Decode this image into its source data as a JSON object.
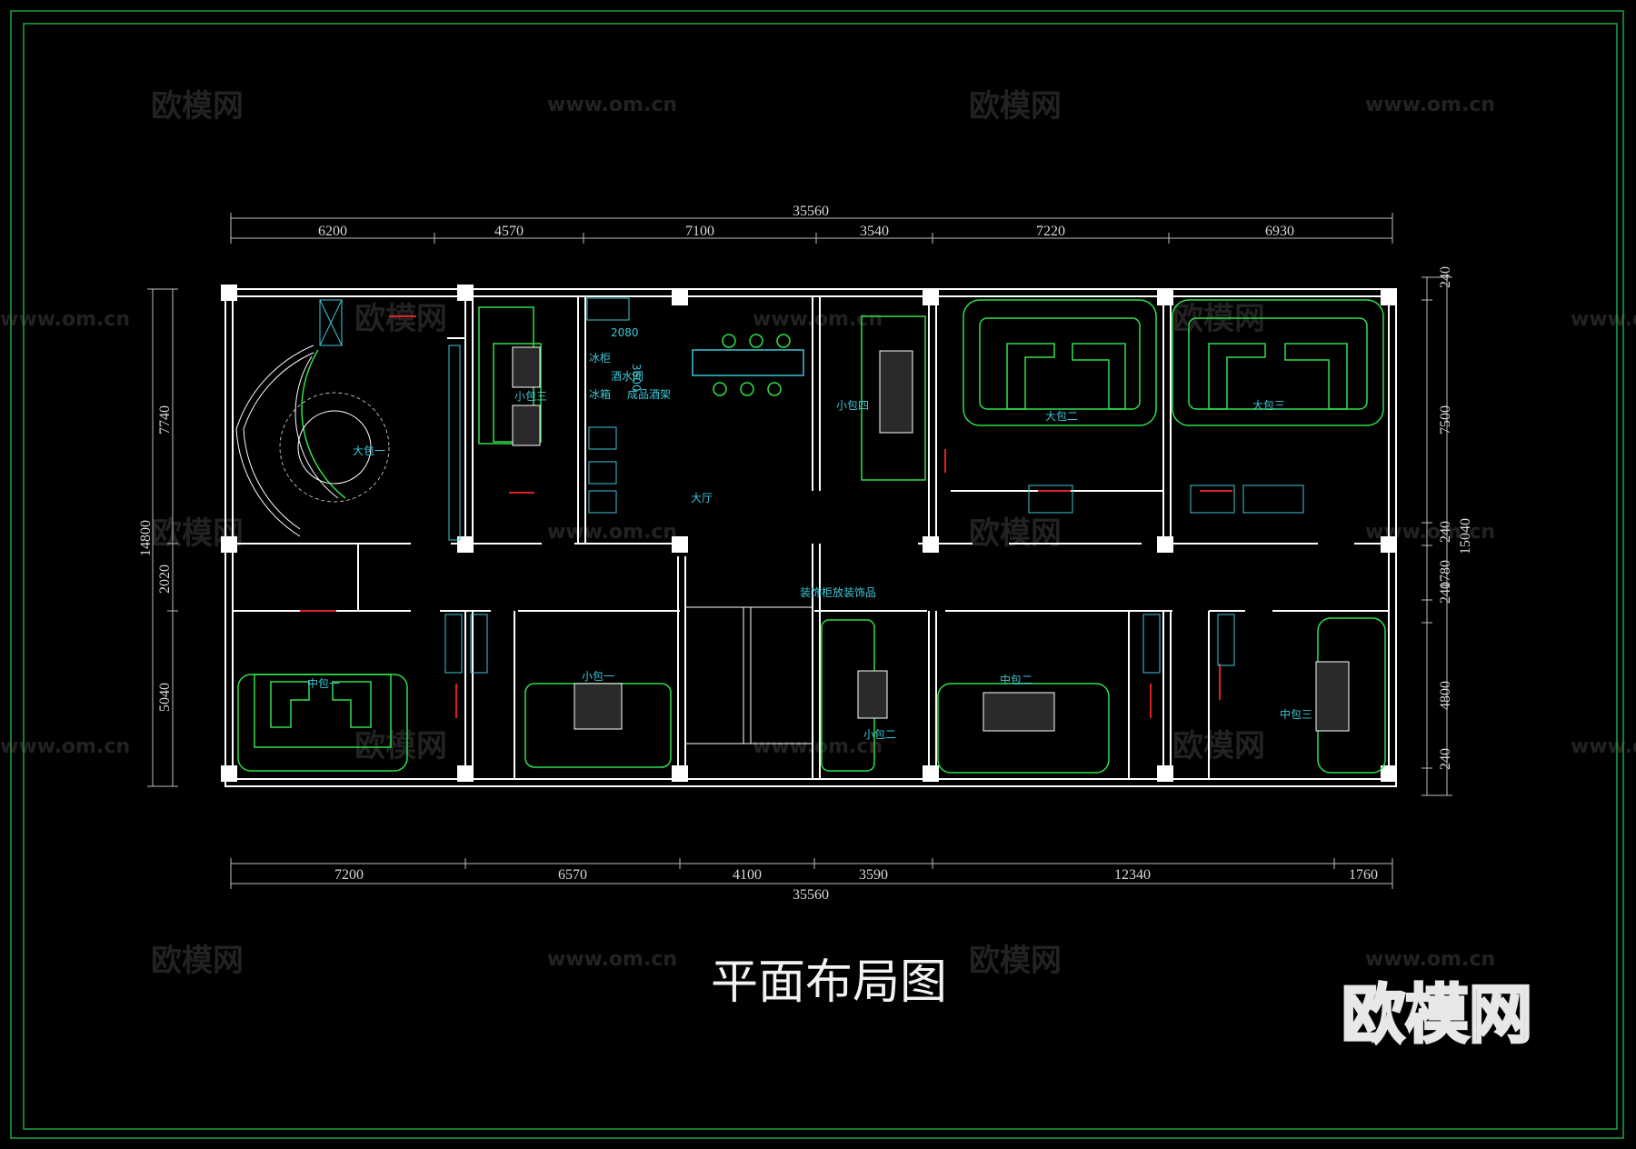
{
  "title": "平面布局图",
  "logo_text": "欧模网",
  "watermarks": {
    "brand": "欧模网",
    "site": "www.om.cn"
  },
  "dimensions": {
    "top_total": "35560",
    "top_segments": [
      "6200",
      "4570",
      "7100",
      "3540",
      "7220",
      "6930"
    ],
    "bottom_total": "35560",
    "bottom_segments": [
      "7200",
      "6570",
      "4100",
      "3590",
      "12340",
      "1760"
    ],
    "left_total": "14800",
    "left_segments": [
      "7740",
      "2020",
      "5040"
    ],
    "right_total": "15040",
    "right_segments": [
      "240",
      "7500",
      "240",
      "1780",
      "240",
      "4800",
      "240"
    ]
  },
  "rooms": {
    "da_bao_1": "大包一",
    "xiao_bao_3": "小包三",
    "bing_gui": "冰柜",
    "jiu_shui_jian": "酒水间",
    "bing_xiang": "冰箱",
    "cheng_pin_jiu_jia": "成品酒架",
    "dim_2080": "2080",
    "dim_3600": "3600",
    "da_ting": "大厅",
    "xiao_bao_4": "小包四",
    "da_bao_2": "大包二",
    "da_bao_3": "大包三",
    "zhuang_shi_gui": "装饰柜放装饰品",
    "zhong_bao_1": "中包一",
    "xiao_bao_1": "小包一",
    "xiao_bao_2": "小包二",
    "zhong_bao_2": "中包二",
    "zhong_bao_3": "中包三"
  },
  "colors": {
    "background": "#000000",
    "frame": "#1fa33a",
    "wall": "#ffffff",
    "furniture": "#2ee04a",
    "annotation": "#3ec6d6",
    "accent": "#e02020"
  }
}
